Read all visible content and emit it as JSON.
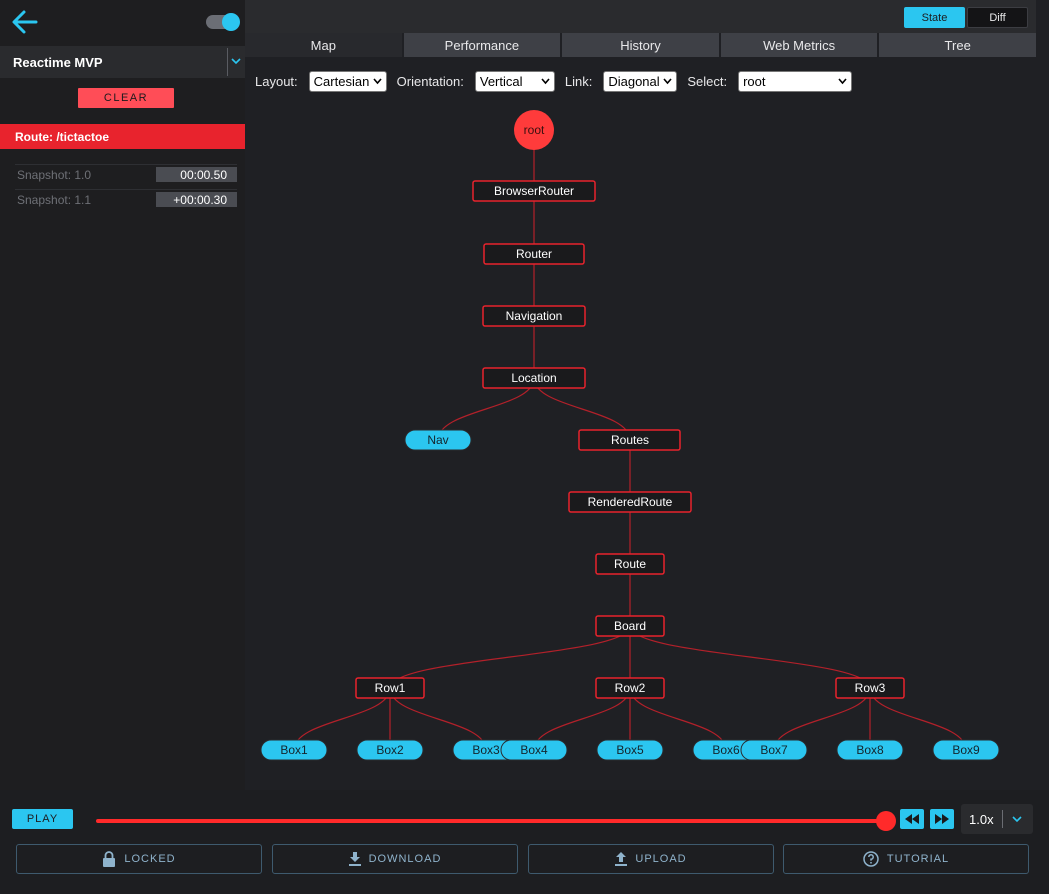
{
  "sidebar": {
    "app_name": "Reactime MVP",
    "clear_label": "CLEAR",
    "route_label": "Route: /tictactoe",
    "snapshots": [
      {
        "label": "Snapshot: 1.0",
        "time": "00:00.50"
      },
      {
        "label": "Snapshot: 1.1",
        "time": "+00:00.30"
      }
    ]
  },
  "header": {
    "state_label": "State",
    "diff_label": "Diff"
  },
  "tabs": [
    "Map",
    "Performance",
    "History",
    "Web Metrics",
    "Tree"
  ],
  "controls": {
    "layout_label": "Layout:",
    "layout_value": "Cartesian",
    "orientation_label": "Orientation:",
    "orientation_value": "Vertical",
    "link_label": "Link:",
    "link_value": "Diagonal",
    "select_label": "Select:",
    "select_value": "root"
  },
  "tree": {
    "root": "root",
    "nodes": [
      "BrowserRouter",
      "Router",
      "Navigation",
      "Location",
      "Nav",
      "Routes",
      "RenderedRoute",
      "Route",
      "Board",
      "Row1",
      "Row2",
      "Row3",
      "Box1",
      "Box2",
      "Box3",
      "Box4",
      "Box5",
      "Box6",
      "Box7",
      "Box8",
      "Box9"
    ]
  },
  "player": {
    "play_label": "PLAY",
    "speed": "1.0x",
    "progress_fraction": 1.0
  },
  "actions": {
    "locked": "LOCKED",
    "download": "DOWNLOAD",
    "upload": "UPLOAD",
    "tutorial": "TUTORIAL"
  },
  "colors": {
    "accent": "#2bc6f0",
    "danger": "#e8232d",
    "node_red": "#ff3b3b",
    "link_red": "#b3202a"
  }
}
